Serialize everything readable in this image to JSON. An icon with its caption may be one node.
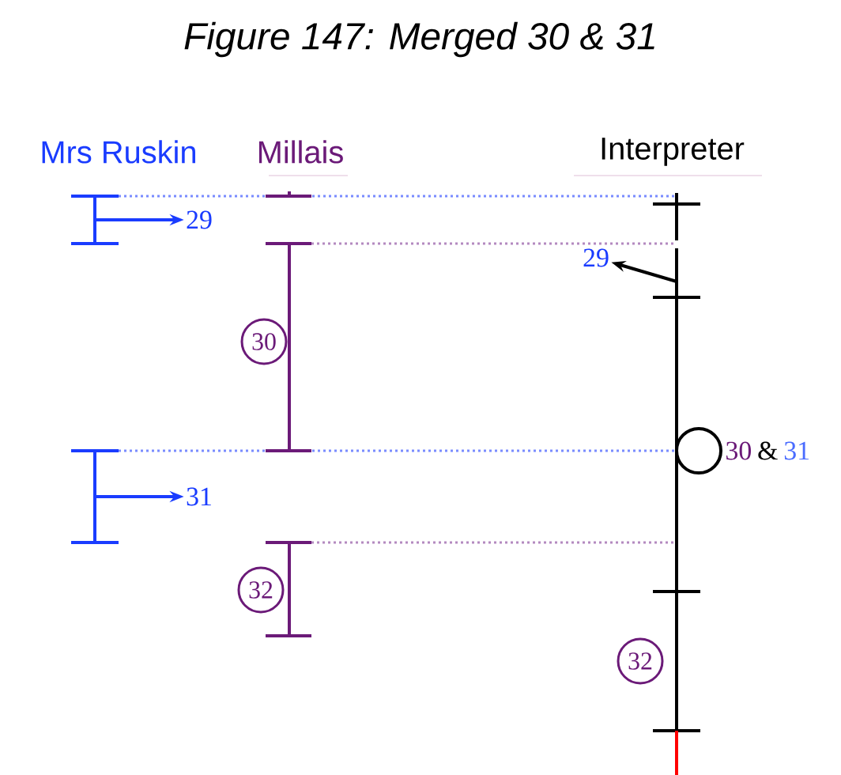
{
  "diagram": {
    "title": "Figure 147: Merged 30 & 31",
    "nodes": [
      {
        "text": [
          "29"
        ]
      },
      {
        "text": [
          "30"
        ]
      },
      {
        "text": [
          "31"
        ]
      },
      {
        "text": [
          "32"
        ]
      },
      {
        "text": [
          "29"
        ]
      },
      {
        "text": [],
        "shape": "circle",
        "beside": [
          "30",
          "&",
          "31"
        ]
      },
      {
        "text": [
          "32"
        ]
      }
    ],
    "edges": [
      {
        "from": null,
        "to": 0,
        "arrow": "to",
        "color": "#1a3cff"
      },
      {
        "from": null,
        "to": 2,
        "arrow": "to",
        "color": "#1a3cff"
      },
      {
        "from": null,
        "to": 4,
        "arrow": "to",
        "color": "#000000"
      }
    ],
    "labels": [
      "Mrs Ruskin",
      "Millais",
      "Interpreter"
    ]
  }
}
